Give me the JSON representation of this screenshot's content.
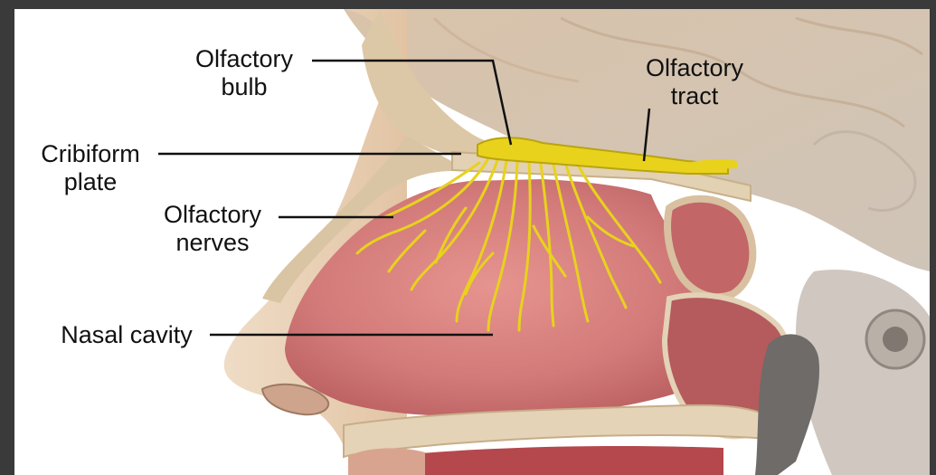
{
  "labels": {
    "olfactory_bulb": [
      "Olfactory",
      "bulb"
    ],
    "olfactory_tract": [
      "Olfactory",
      "tract"
    ],
    "cribriform_plate": [
      "Cribiform",
      "plate"
    ],
    "olfactory_nerves": [
      "Olfactory",
      "nerves"
    ],
    "nasal_cavity": [
      "Nasal cavity"
    ]
  },
  "colors": {
    "frame": "#3a3a3a",
    "background": "#ffffff",
    "nerve_yellow": "#e8d21c",
    "nasal_pink": "#d97a7c",
    "bone_beige": "#d8c6a8",
    "skin_tan": "#e6cdb0",
    "leader_line": "#111111"
  }
}
